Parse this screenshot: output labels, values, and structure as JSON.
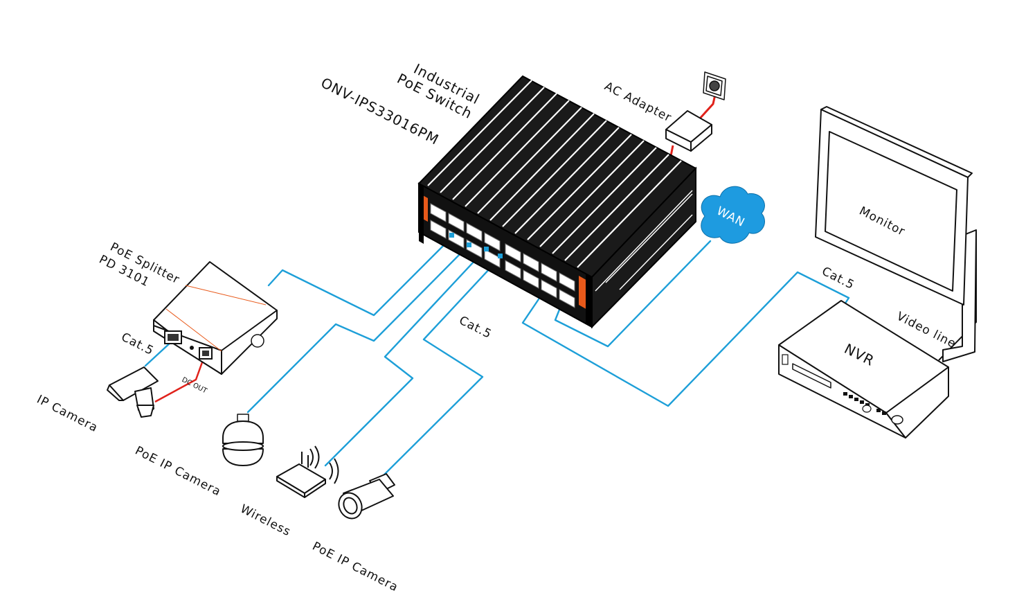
{
  "colors": {
    "cable_blue": "#1d9fd8",
    "power_red": "#e0221b",
    "wan_cloud": "#1e9be0",
    "outline": "#111111",
    "switch_body": "#1a1a1a",
    "brand_orange": "#e8591a"
  },
  "labels": {
    "switch_type_line1": "Industrial",
    "switch_type_line2": "PoE Switch",
    "switch_model": "ONV-IPS33016PM",
    "ac_adapter": "AC Adapter",
    "wan": "WAN",
    "monitor": "Monitor",
    "cat5_monitor": "Cat.5",
    "video_line": "Video line",
    "nvr": "NVR",
    "cat5_center": "Cat.5",
    "splitter_line1": "PoE Splitter",
    "splitter_line2": "PD 3101",
    "cat5_splitter": "Cat.5",
    "dc_out": "DC OUT",
    "ip_camera": "IP Camera",
    "poe_ip_camera_dome": "PoE IP Camera",
    "wireless": "Wireless",
    "poe_ip_camera_bullet": "PoE IP Camera"
  },
  "icons": [
    "switch-icon",
    "power-outlet-icon",
    "ac-adapter-icon",
    "cloud-icon",
    "monitor-icon",
    "nvr-icon",
    "poe-splitter-icon",
    "ip-camera-icon",
    "dome-camera-icon",
    "wireless-router-icon",
    "bullet-camera-icon"
  ]
}
